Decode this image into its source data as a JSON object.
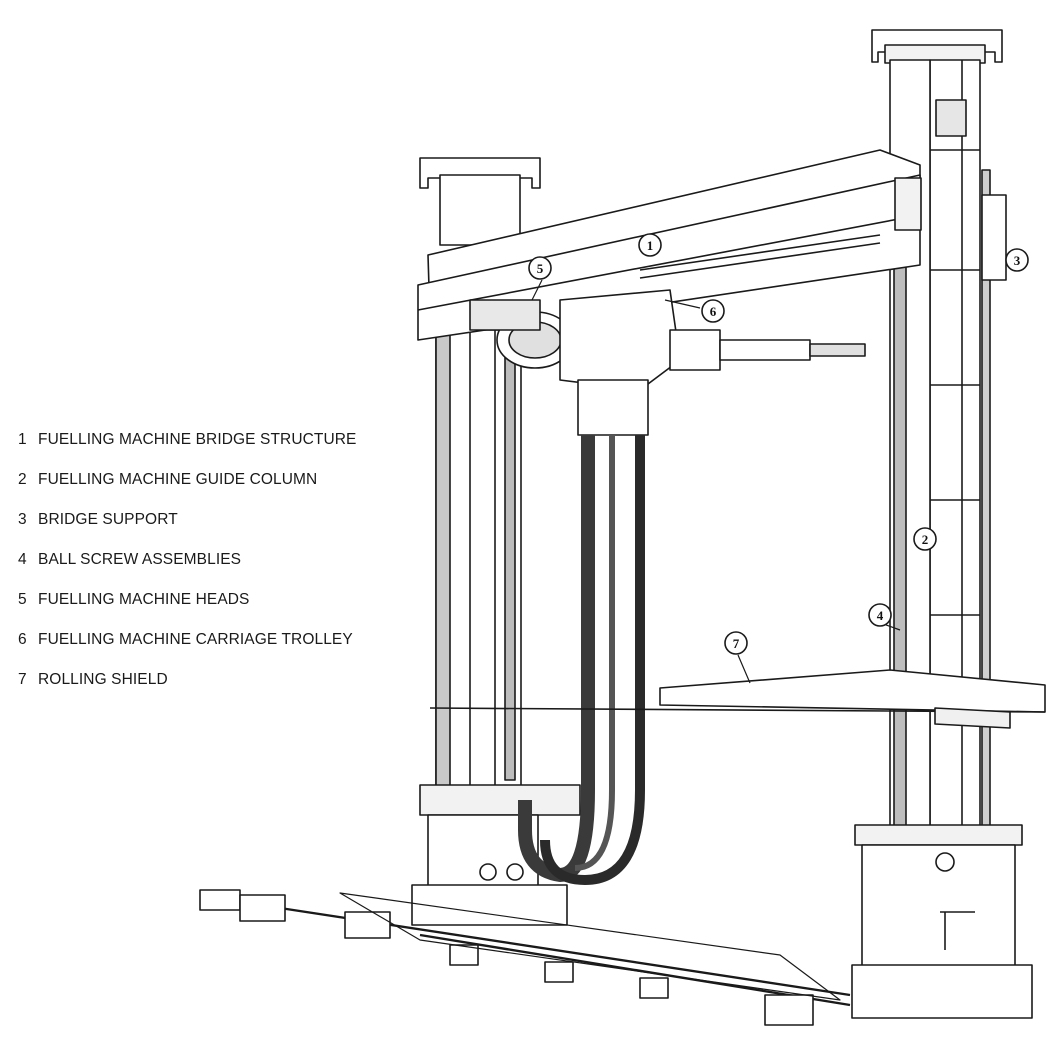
{
  "legend": [
    {
      "number": "1",
      "label": "FUELLING MACHINE BRIDGE STRUCTURE"
    },
    {
      "number": "2",
      "label": "FUELLING MACHINE GUIDE COLUMN"
    },
    {
      "number": "3",
      "label": "BRIDGE SUPPORT"
    },
    {
      "number": "4",
      "label": "BALL SCREW ASSEMBLIES"
    },
    {
      "number": "5",
      "label": "FUELLING MACHINE HEADS"
    },
    {
      "number": "6",
      "label": "FUELLING MACHINE CARRIAGE TROLLEY"
    },
    {
      "number": "7",
      "label": "ROLLING SHIELD"
    }
  ],
  "callouts": {
    "c1": "1",
    "c2": "2",
    "c3": "3",
    "c4": "4",
    "c5": "5",
    "c6": "6",
    "c7": "7"
  },
  "colors": {
    "ink": "#1a1a1a",
    "paper": "#ffffff",
    "shade": "#d9d9d9"
  }
}
